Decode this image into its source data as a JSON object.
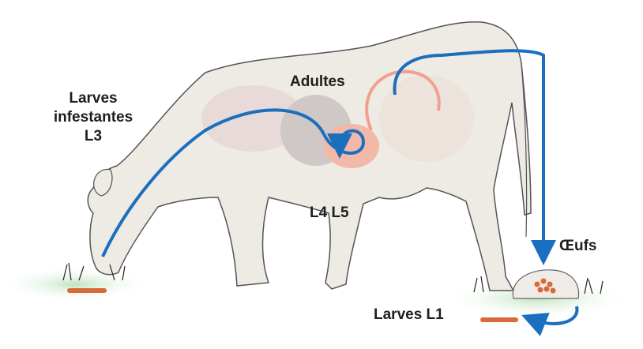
{
  "labels": {
    "l3_line1": "Larves",
    "l3_line2": "infestantes",
    "l3_line3": "L3",
    "adults": "Adultes",
    "l4l5": "L4 L5",
    "eggs": "Œufs",
    "l1": "Larves L1"
  },
  "colors": {
    "arrow": "#1b6fbf",
    "cow_fill": "#eeeae4",
    "organ_pink": "#f2b8a8",
    "grass": "#cfe9cf",
    "larva": "#d86a3a"
  }
}
